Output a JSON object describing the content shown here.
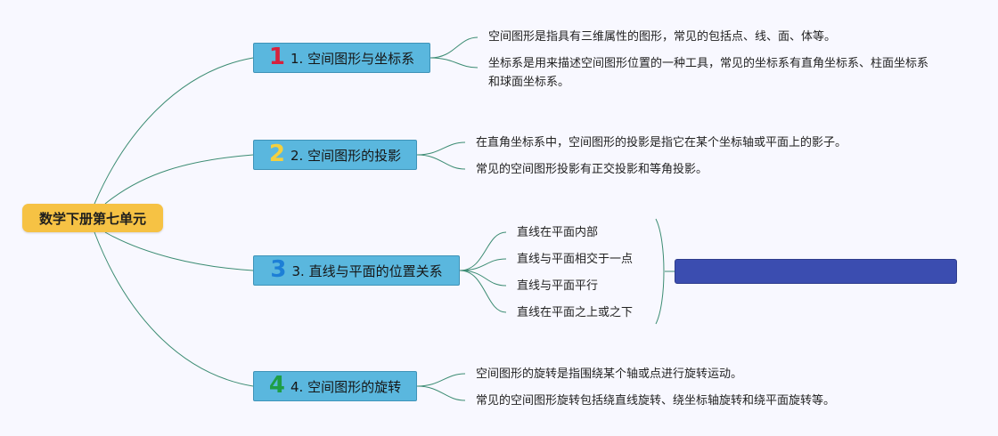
{
  "root": {
    "label": "数学下册第七单元"
  },
  "topics": [
    {
      "number": "1",
      "number_color": "#d7213d",
      "title": "1. 空间图形与坐标系",
      "items": [
        "空间图形是指具有三维属性的图形，常见的包括点、线、面、体等。",
        "坐标系是用来描述空间图形位置的一种工具，常见的坐标系有直角坐标系、柱面坐标系和球面坐标系。"
      ]
    },
    {
      "number": "2",
      "number_color": "#f4d03f",
      "title": "2. 空间图形的投影",
      "items": [
        "在直角坐标系中，空间图形的投影是指它在某个坐标轴或平面上的影子。",
        "常见的空间图形投影有正交投影和等角投影。"
      ]
    },
    {
      "number": "3",
      "number_color": "#1d7fd6",
      "title": "3. 直线与平面的位置关系",
      "items": [
        "直线在平面内部",
        "直线与平面相交于一点",
        "直线与平面平行",
        "直线在平面之上或之下"
      ]
    },
    {
      "number": "4",
      "number_color": "#1e9e45",
      "title": "4. 空间图形的旋转",
      "items": [
        "空间图形的旋转是指围绕某个轴或点进行旋转运动。",
        "常见的空间图形旋转包括绕直线旋转、绕坐标轴旋转和绕平面旋转等。"
      ]
    }
  ],
  "colors": {
    "root_fill": "#f6c244",
    "topic_fill": "#5ab7de",
    "connector": "#3c8c73",
    "summary_fill": "#3b4db0"
  }
}
